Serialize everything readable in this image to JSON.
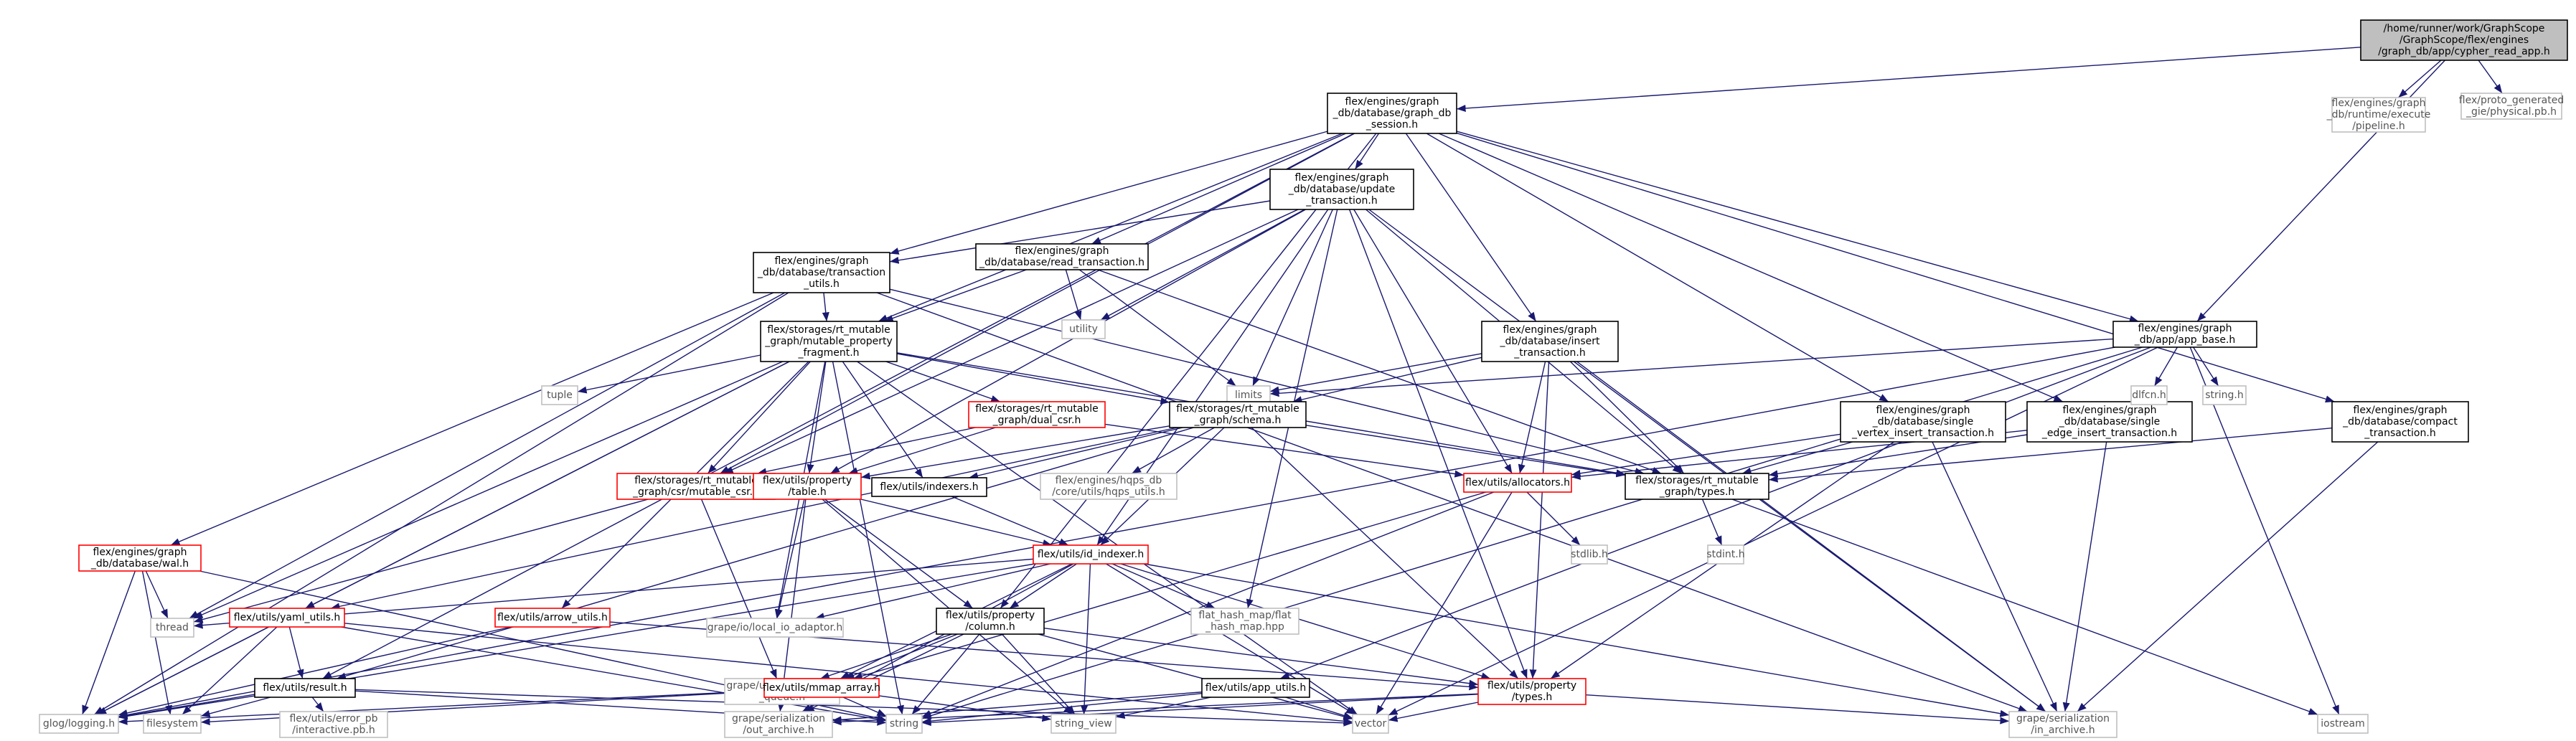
{
  "colors": {
    "edge": "#191970",
    "node_border": "#000000",
    "node_border_missing": "#bfbfbf",
    "node_border_incomplete": "#ff0000",
    "root_fill": "#bfbfbf",
    "node_fill": "#ffffff",
    "text": "#000000",
    "text_missing": "#555555"
  },
  "nodes": [
    {
      "id": "root",
      "style": "root",
      "lines": [
        "/home/runner/work/GraphScope",
        "/GraphScope/flex/engines",
        "/graph_db/app/cypher_read_app.h"
      ]
    },
    {
      "id": "pipeline",
      "style": "missing",
      "lines": [
        "flex/engines/graph",
        "_db/runtime/execute",
        "/pipeline.h"
      ]
    },
    {
      "id": "physical",
      "style": "missing",
      "lines": [
        "flex/proto_generated",
        "_gie/physical.pb.h"
      ]
    },
    {
      "id": "graph_db_session",
      "style": "normal",
      "lines": [
        "flex/engines/graph",
        "_db/database/graph_db",
        "_session.h"
      ]
    },
    {
      "id": "update_txn",
      "style": "normal",
      "lines": [
        "flex/engines/graph",
        "_db/database/update",
        "_transaction.h"
      ]
    },
    {
      "id": "txn_utils",
      "style": "normal",
      "lines": [
        "flex/engines/graph",
        "_db/database/transaction",
        "_utils.h"
      ]
    },
    {
      "id": "read_txn",
      "style": "normal",
      "lines": [
        "flex/engines/graph",
        "_db/database/read_transaction.h"
      ]
    },
    {
      "id": "utility",
      "style": "missing",
      "lines": [
        "utility"
      ]
    },
    {
      "id": "mpf",
      "style": "normal",
      "lines": [
        "flex/storages/rt_mutable",
        "_graph/mutable_property",
        "_fragment.h"
      ]
    },
    {
      "id": "insert_txn",
      "style": "normal",
      "lines": [
        "flex/engines/graph",
        "_db/database/insert",
        "_transaction.h"
      ]
    },
    {
      "id": "app_base",
      "style": "normal",
      "lines": [
        "flex/engines/graph",
        "_db/app/app_base.h"
      ]
    },
    {
      "id": "tuple",
      "style": "missing",
      "lines": [
        "tuple"
      ]
    },
    {
      "id": "limits",
      "style": "missing",
      "lines": [
        "limits"
      ]
    },
    {
      "id": "dual_csr",
      "style": "incomplete",
      "lines": [
        "flex/storages/rt_mutable",
        "_graph/dual_csr.h"
      ]
    },
    {
      "id": "schema",
      "style": "normal",
      "lines": [
        "flex/storages/rt_mutable",
        "_graph/schema.h"
      ]
    },
    {
      "id": "svi_txn",
      "style": "normal",
      "lines": [
        "flex/engines/graph",
        "_db/database/single",
        "_vertex_insert_transaction.h"
      ]
    },
    {
      "id": "sei_txn",
      "style": "normal",
      "lines": [
        "flex/engines/graph",
        "_db/database/single",
        "_edge_insert_transaction.h"
      ]
    },
    {
      "id": "dlfcn",
      "style": "missing",
      "lines": [
        "dlfcn.h"
      ]
    },
    {
      "id": "string_h",
      "style": "missing",
      "lines": [
        "string.h"
      ]
    },
    {
      "id": "compact_txn",
      "style": "normal",
      "lines": [
        "flex/engines/graph",
        "_db/database/compact",
        "_transaction.h"
      ]
    },
    {
      "id": "mutable_csr",
      "style": "incomplete",
      "lines": [
        "flex/storages/rt_mutable",
        "_graph/csr/mutable_csr.h"
      ]
    },
    {
      "id": "table",
      "style": "incomplete",
      "lines": [
        "flex/utils/property",
        "/table.h"
      ]
    },
    {
      "id": "indexers",
      "style": "normal",
      "lines": [
        "flex/utils/indexers.h"
      ]
    },
    {
      "id": "hqps_utils",
      "style": "missing",
      "lines": [
        "flex/engines/hqps_db",
        "/core/utils/hqps_utils.h"
      ]
    },
    {
      "id": "allocators",
      "style": "incomplete",
      "lines": [
        "flex/utils/allocators.h"
      ]
    },
    {
      "id": "rt_types",
      "style": "normal",
      "lines": [
        "flex/storages/rt_mutable",
        "_graph/types.h"
      ]
    },
    {
      "id": "wal",
      "style": "incomplete",
      "lines": [
        "flex/engines/graph",
        "_db/database/wal.h"
      ]
    },
    {
      "id": "id_indexer",
      "style": "incomplete",
      "lines": [
        "flex/utils/id_indexer.h"
      ]
    },
    {
      "id": "stdlib",
      "style": "missing",
      "lines": [
        "stdlib.h"
      ]
    },
    {
      "id": "stdint",
      "style": "missing",
      "lines": [
        "stdint.h"
      ]
    },
    {
      "id": "thread",
      "style": "missing",
      "lines": [
        "thread"
      ]
    },
    {
      "id": "yaml_utils",
      "style": "incomplete",
      "lines": [
        "flex/utils/yaml_utils.h"
      ]
    },
    {
      "id": "arrow_utils",
      "style": "incomplete",
      "lines": [
        "flex/utils/arrow_utils.h"
      ]
    },
    {
      "id": "local_io",
      "style": "missing",
      "lines": [
        "grape/io/local_io_adaptor.h"
      ]
    },
    {
      "id": "column",
      "style": "normal",
      "lines": [
        "flex/utils/property",
        "/column.h"
      ]
    },
    {
      "id": "flat_hash_map",
      "style": "missing",
      "lines": [
        "flat_hash_map/flat",
        "_hash_map.hpp"
      ]
    },
    {
      "id": "concurrent_queue",
      "style": "missing",
      "lines": [
        "grape/utils/concurrent",
        "_queue.h"
      ]
    },
    {
      "id": "result",
      "style": "normal",
      "lines": [
        "flex/utils/result.h"
      ]
    },
    {
      "id": "mmap_array",
      "style": "incomplete",
      "lines": [
        "flex/utils/mmap_array.h"
      ]
    },
    {
      "id": "app_utils",
      "style": "normal",
      "lines": [
        "flex/utils/app_utils.h"
      ]
    },
    {
      "id": "prop_types",
      "style": "incomplete",
      "lines": [
        "flex/utils/property",
        "/types.h"
      ]
    },
    {
      "id": "glog",
      "style": "missing",
      "lines": [
        "glog/logging.h"
      ]
    },
    {
      "id": "filesystem",
      "style": "missing",
      "lines": [
        "filesystem"
      ]
    },
    {
      "id": "error_pb",
      "style": "missing",
      "lines": [
        "flex/utils/error_pb",
        "/interactive.pb.h"
      ]
    },
    {
      "id": "out_archive",
      "style": "missing",
      "lines": [
        "grape/serialization",
        "/out_archive.h"
      ]
    },
    {
      "id": "string",
      "style": "missing",
      "lines": [
        "string"
      ]
    },
    {
      "id": "string_view",
      "style": "missing",
      "lines": [
        "string_view"
      ]
    },
    {
      "id": "vector",
      "style": "missing",
      "lines": [
        "vector"
      ]
    },
    {
      "id": "in_archive",
      "style": "missing",
      "lines": [
        "grape/serialization",
        "/in_archive.h"
      ]
    },
    {
      "id": "iostream",
      "style": "missing",
      "lines": [
        "iostream"
      ]
    }
  ],
  "edges": [
    [
      "root",
      "graph_db_session"
    ],
    [
      "root",
      "pipeline"
    ],
    [
      "root",
      "physical"
    ],
    [
      "root",
      "app_base"
    ],
    [
      "graph_db_session",
      "update_txn"
    ],
    [
      "graph_db_session",
      "txn_utils"
    ],
    [
      "graph_db_session",
      "read_txn"
    ],
    [
      "graph_db_session",
      "mpf"
    ],
    [
      "graph_db_session",
      "insert_txn"
    ],
    [
      "graph_db_session",
      "app_base"
    ],
    [
      "graph_db_session",
      "svi_txn"
    ],
    [
      "graph_db_session",
      "sei_txn"
    ],
    [
      "graph_db_session",
      "compact_txn"
    ],
    [
      "graph_db_session",
      "result"
    ],
    [
      "graph_db_session",
      "column"
    ],
    [
      "graph_db_session",
      "mutable_csr"
    ],
    [
      "update_txn",
      "txn_utils"
    ],
    [
      "update_txn",
      "utility"
    ],
    [
      "update_txn",
      "limits"
    ],
    [
      "update_txn",
      "mutable_csr"
    ],
    [
      "update_txn",
      "table"
    ],
    [
      "update_txn",
      "allocators"
    ],
    [
      "update_txn",
      "rt_types"
    ],
    [
      "update_txn",
      "id_indexer"
    ],
    [
      "update_txn",
      "flat_hash_map"
    ],
    [
      "update_txn",
      "prop_types"
    ],
    [
      "update_txn",
      "in_archive"
    ],
    [
      "txn_utils",
      "mpf"
    ],
    [
      "txn_utils",
      "wal"
    ],
    [
      "txn_utils",
      "glog"
    ],
    [
      "txn_utils",
      "in_archive"
    ],
    [
      "txn_utils",
      "thread"
    ],
    [
      "txn_utils",
      "rt_types"
    ],
    [
      "read_txn",
      "mpf"
    ],
    [
      "read_txn",
      "utility"
    ],
    [
      "read_txn",
      "rt_types"
    ],
    [
      "read_txn",
      "limits"
    ],
    [
      "mpf",
      "tuple"
    ],
    [
      "mpf",
      "dual_csr"
    ],
    [
      "mpf",
      "schema"
    ],
    [
      "mpf",
      "mutable_csr"
    ],
    [
      "mpf",
      "table"
    ],
    [
      "mpf",
      "indexers"
    ],
    [
      "mpf",
      "yaml_utils"
    ],
    [
      "mpf",
      "arrow_utils"
    ],
    [
      "mpf",
      "local_io"
    ],
    [
      "mpf",
      "glog"
    ],
    [
      "mpf",
      "string"
    ],
    [
      "mpf",
      "vector"
    ],
    [
      "mpf",
      "rt_types"
    ],
    [
      "mpf",
      "thread"
    ],
    [
      "insert_txn",
      "schema"
    ],
    [
      "insert_txn",
      "allocators"
    ],
    [
      "insert_txn",
      "rt_types"
    ],
    [
      "insert_txn",
      "limits"
    ],
    [
      "insert_txn",
      "prop_types"
    ],
    [
      "insert_txn",
      "in_archive"
    ],
    [
      "app_base",
      "limits"
    ],
    [
      "app_base",
      "dlfcn"
    ],
    [
      "app_base",
      "string_h"
    ],
    [
      "app_base",
      "iostream"
    ],
    [
      "app_base",
      "app_utils"
    ],
    [
      "app_base",
      "string"
    ],
    [
      "app_base",
      "vector"
    ],
    [
      "app_base",
      "glog"
    ],
    [
      "dual_csr",
      "mutable_csr"
    ],
    [
      "dual_csr",
      "table"
    ],
    [
      "dual_csr",
      "allocators"
    ],
    [
      "schema",
      "table"
    ],
    [
      "schema",
      "indexers"
    ],
    [
      "schema",
      "hqps_utils"
    ],
    [
      "schema",
      "rt_types"
    ],
    [
      "schema",
      "result"
    ],
    [
      "schema",
      "yaml_utils"
    ],
    [
      "schema",
      "id_indexer"
    ],
    [
      "schema",
      "prop_types"
    ],
    [
      "svi_txn",
      "allocators"
    ],
    [
      "svi_txn",
      "rt_types"
    ],
    [
      "svi_txn",
      "prop_types"
    ],
    [
      "svi_txn",
      "in_archive"
    ],
    [
      "sei_txn",
      "allocators"
    ],
    [
      "sei_txn",
      "rt_types"
    ],
    [
      "sei_txn",
      "in_archive"
    ],
    [
      "compact_txn",
      "rt_types"
    ],
    [
      "compact_txn",
      "in_archive"
    ],
    [
      "mutable_csr",
      "thread"
    ],
    [
      "mutable_csr",
      "concurrent_queue"
    ],
    [
      "table",
      "column"
    ],
    [
      "table",
      "id_indexer"
    ],
    [
      "table",
      "local_io"
    ],
    [
      "table",
      "string_view"
    ],
    [
      "table",
      "out_archive"
    ],
    [
      "indexers",
      "id_indexer"
    ],
    [
      "allocators",
      "stdlib"
    ],
    [
      "allocators",
      "mmap_array"
    ],
    [
      "allocators",
      "string"
    ],
    [
      "allocators",
      "vector"
    ],
    [
      "rt_types",
      "stdint"
    ],
    [
      "rt_types",
      "iostream"
    ],
    [
      "wal",
      "thread"
    ],
    [
      "wal",
      "glog"
    ],
    [
      "wal",
      "filesystem"
    ],
    [
      "wal",
      "string"
    ],
    [
      "id_indexer",
      "column"
    ],
    [
      "id_indexer",
      "flat_hash_map"
    ],
    [
      "id_indexer",
      "mmap_array"
    ],
    [
      "id_indexer",
      "prop_types"
    ],
    [
      "id_indexer",
      "local_io"
    ],
    [
      "id_indexer",
      "thread"
    ],
    [
      "id_indexer",
      "glog"
    ],
    [
      "id_indexer",
      "string_view"
    ],
    [
      "id_indexer",
      "vector"
    ],
    [
      "id_indexer",
      "in_archive"
    ],
    [
      "id_indexer",
      "out_archive"
    ],
    [
      "yaml_utils",
      "result"
    ],
    [
      "yaml_utils",
      "glog"
    ],
    [
      "yaml_utils",
      "filesystem"
    ],
    [
      "yaml_utils",
      "string"
    ],
    [
      "yaml_utils",
      "vector"
    ],
    [
      "arrow_utils",
      "prop_types"
    ],
    [
      "arrow_utils",
      "glog"
    ],
    [
      "column",
      "mmap_array"
    ],
    [
      "column",
      "prop_types"
    ],
    [
      "column",
      "concurrent_queue"
    ],
    [
      "column",
      "string"
    ],
    [
      "column",
      "string_view"
    ],
    [
      "column",
      "vector"
    ],
    [
      "column",
      "out_archive"
    ],
    [
      "result",
      "error_pb"
    ],
    [
      "result",
      "glog"
    ],
    [
      "result",
      "filesystem"
    ],
    [
      "result",
      "string"
    ],
    [
      "result",
      "vector"
    ],
    [
      "mmap_array",
      "glog"
    ],
    [
      "mmap_array",
      "filesystem"
    ],
    [
      "mmap_array",
      "string"
    ],
    [
      "mmap_array",
      "string_view"
    ],
    [
      "app_utils",
      "string"
    ],
    [
      "app_utils",
      "string_view"
    ],
    [
      "app_utils",
      "vector"
    ],
    [
      "app_utils",
      "out_archive"
    ],
    [
      "prop_types",
      "string"
    ],
    [
      "prop_types",
      "vector"
    ],
    [
      "prop_types",
      "in_archive"
    ],
    [
      "prop_types",
      "out_archive"
    ]
  ]
}
